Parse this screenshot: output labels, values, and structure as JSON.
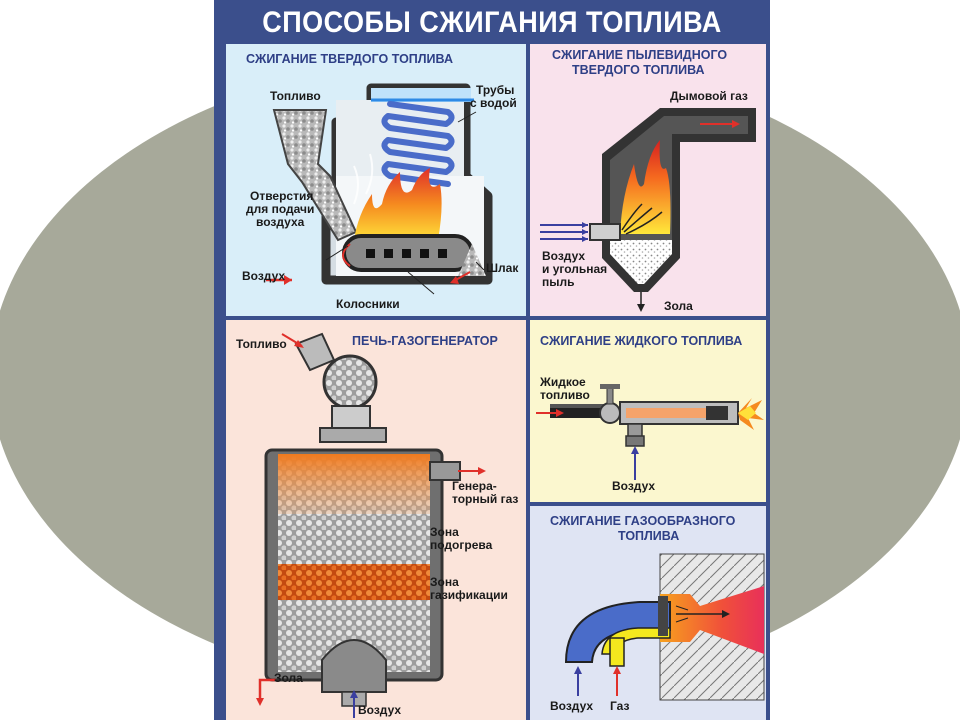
{
  "title": "СПОСОБЫ СЖИГАНИЯ ТОПЛИВА",
  "solid": {
    "heading": "СЖИГАНИЕ ТВЕРДОГО ТОПЛИВА",
    "fuel": "Топливо",
    "pipes_line1": "Трубы",
    "pipes_line2": "с водой",
    "holes_line1": "Отверстия",
    "holes_line2": "для подачи",
    "holes_line3": "воздуха",
    "air": "Воздух",
    "slag": "Шлак",
    "grates": "Колосники"
  },
  "dust": {
    "heading_line1": "СЖИГАНИЕ ПЫЛЕВИДНОГО",
    "heading_line2": "ТВЕРДОГО ТОПЛИВА",
    "flue_gas": "Дымовой газ",
    "air_line1": "Воздух",
    "air_line2": "и угольная",
    "air_line3": "пыль",
    "ash": "Зола"
  },
  "gasifier": {
    "heading": "ПЕЧЬ-ГАЗОГЕНЕРАТОР",
    "fuel": "Топливо",
    "gen_gas_line1": "Генера-",
    "gen_gas_line2": "торный газ",
    "zone_heat_line1": "Зона",
    "zone_heat_line2": "подогрева",
    "zone_gas_line1": "Зона",
    "zone_gas_line2": "газификации",
    "ash": "Зола",
    "air": "Воздух"
  },
  "liquid": {
    "heading": "СЖИГАНИЕ ЖИДКОГО ТОПЛИВА",
    "fuel_line1": "Жидкое",
    "fuel_line2": "топливо",
    "air": "Воздух"
  },
  "gaseous": {
    "heading_line1": "СЖИГАНИЕ ГАЗООБРАЗНОГО",
    "heading_line2": "ТОПЛИВА",
    "air": "Воздух",
    "gas": "Газ"
  },
  "colors": {
    "poster_border": "#3b4f8c",
    "heading": "#2e3f86",
    "arrow_red": "#e0302a",
    "arrow_blue": "#3a3fa0",
    "pipe_blue": "#4a6cc9",
    "gas_yellow": "#f4e81e",
    "flame_orange": "#f58a1f"
  }
}
